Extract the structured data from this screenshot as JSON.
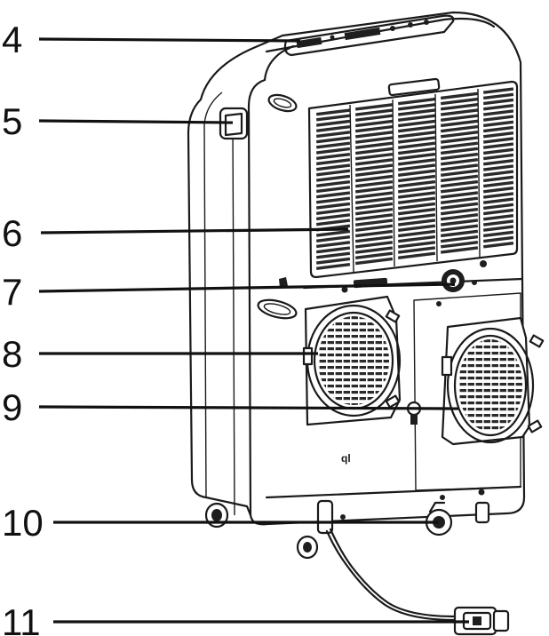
{
  "callouts": [
    {
      "id": "c4",
      "label": "4"
    },
    {
      "id": "c5",
      "label": "5"
    },
    {
      "id": "c6",
      "label": "6"
    },
    {
      "id": "c7",
      "label": "7"
    },
    {
      "id": "c8",
      "label": "8"
    },
    {
      "id": "c9",
      "label": "9"
    },
    {
      "id": "c10",
      "label": "10"
    },
    {
      "id": "c11",
      "label": "11"
    }
  ],
  "parts": [
    {
      "name": "control-panel"
    },
    {
      "name": "carry-handle"
    },
    {
      "name": "air-filter-grille"
    },
    {
      "name": "drain-outlet"
    },
    {
      "name": "exhaust-duct-port"
    },
    {
      "name": "intake-duct-port"
    },
    {
      "name": "caster-wheel"
    },
    {
      "name": "power-cord-plug"
    }
  ],
  "colors": {
    "line": "#1a1a1a",
    "fill": "#ffffff"
  }
}
